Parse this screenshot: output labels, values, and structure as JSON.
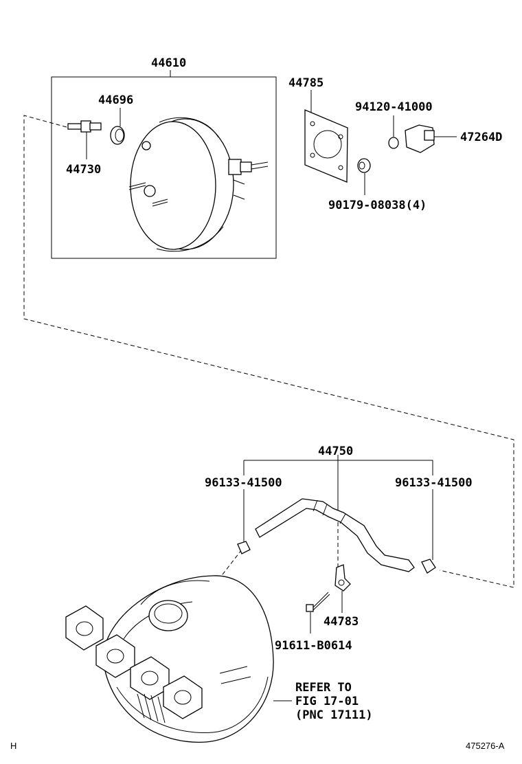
{
  "labels": {
    "booster_assy": "44610",
    "check_valve_grommet": "44696",
    "check_valve": "44730",
    "gasket": "44785",
    "nut_94120": "94120-41000",
    "sensor": "47264D",
    "nut_90179": "90179-08038(4)",
    "hose_assy": "44750",
    "clip_left": "96133-41500",
    "clip_right": "96133-41500",
    "bracket": "44783",
    "bolt": "91611-B0614",
    "refer_1": "REFER TO",
    "refer_2": "FIG 17-01",
    "refer_3": "(PNC 17111)",
    "corner_left": "H",
    "illustration_id": "475276-A"
  }
}
